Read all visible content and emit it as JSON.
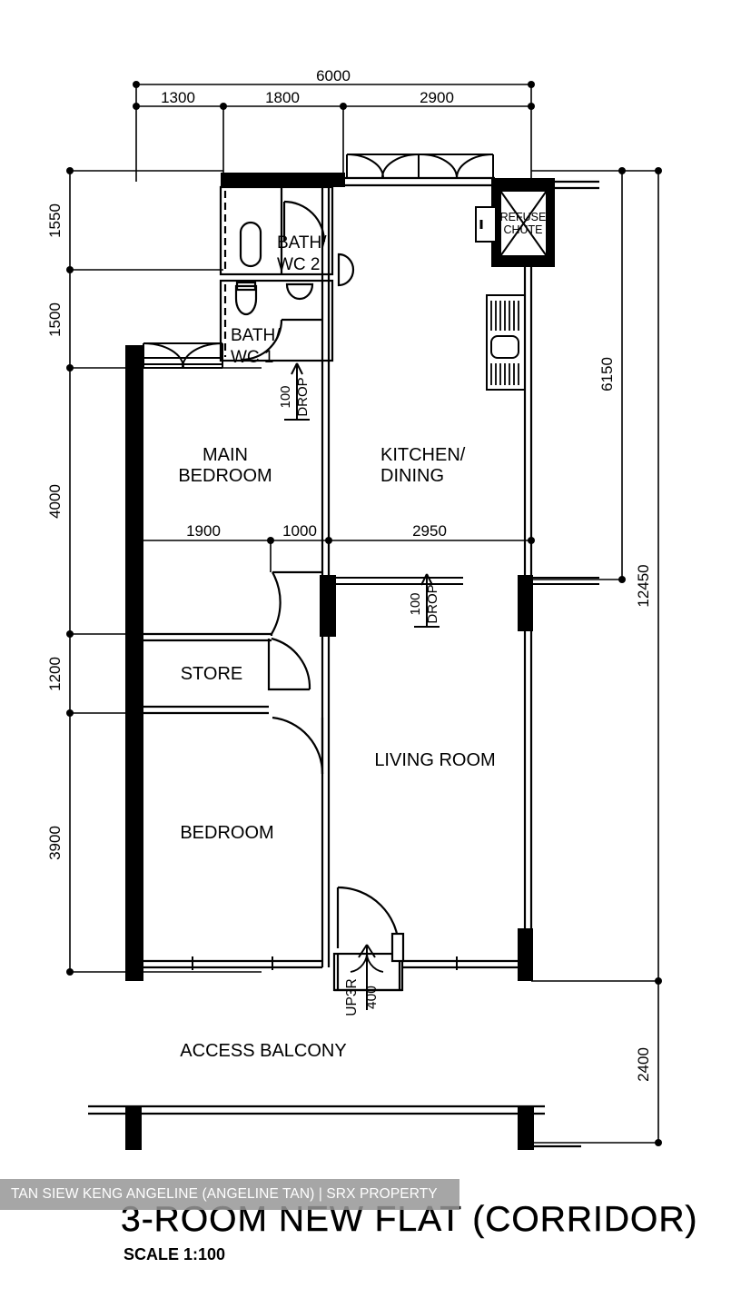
{
  "title": {
    "main": "3-ROOM  NEW  FLAT  (CORRIDOR)",
    "scale": "SCALE   1:100"
  },
  "watermark": {
    "text": "TAN SIEW KENG ANGELINE (ANGELINE TAN) | SRX PROPERTY"
  },
  "rooms": [
    {
      "key": "main_bedroom",
      "line1": "MAIN",
      "line2": "BEDROOM"
    },
    {
      "key": "kitchen",
      "line1": "KITCHEN/",
      "line2": "DINING"
    },
    {
      "key": "bath_wc_2",
      "line1": "BATH/",
      "line2": "WC 2"
    },
    {
      "key": "bath_wc_1",
      "line1": "BATH/",
      "line2": "WC 1"
    },
    {
      "key": "store",
      "line1": "STORE",
      "line2": ""
    },
    {
      "key": "bedroom",
      "line1": "BEDROOM",
      "line2": ""
    },
    {
      "key": "living",
      "line1": "LIVING  ROOM",
      "line2": ""
    },
    {
      "key": "balcony",
      "line1": "ACCESS   BALCONY",
      "line2": ""
    },
    {
      "key": "refuse",
      "line1": "REFUSE",
      "line2": "CHUTE"
    }
  ],
  "labels": {
    "main_bedroom_1": "MAIN",
    "main_bedroom_2": "BEDROOM",
    "kitchen_1": "KITCHEN/",
    "kitchen_2": "DINING",
    "bath2_1": "BATH/",
    "bath2_2": "WC 2",
    "bath1_1": "BATH/",
    "bath1_2": "WC 1",
    "store": "STORE",
    "bedroom": "BEDROOM",
    "living": "LIVING  ROOM",
    "balcony": "ACCESS   BALCONY",
    "refuse_1": "REFUSE",
    "refuse_2": "CHUTE",
    "drop_a_num": "100",
    "drop_a_word": "DROP",
    "drop_b_num": "100",
    "drop_b_word": "DROP",
    "entry_up": "UP3R",
    "entry_step": "400"
  },
  "dimensions": {
    "top_overall": "6000",
    "top_a": "1300",
    "top_b": "1800",
    "top_c": "2900",
    "mid_a": "1900",
    "mid_b": "1000",
    "mid_c": "2950",
    "left_a": "1550",
    "left_b": "1500",
    "left_c": "4000",
    "left_d": "1200",
    "left_e": "3900",
    "right_a": "6150",
    "right_overall": "12450",
    "right_b": "2400"
  },
  "colors": {
    "ink": "#000000",
    "paper": "#ffffff",
    "watermark_bg": "#969696",
    "watermark_fg": "#ffffff"
  }
}
